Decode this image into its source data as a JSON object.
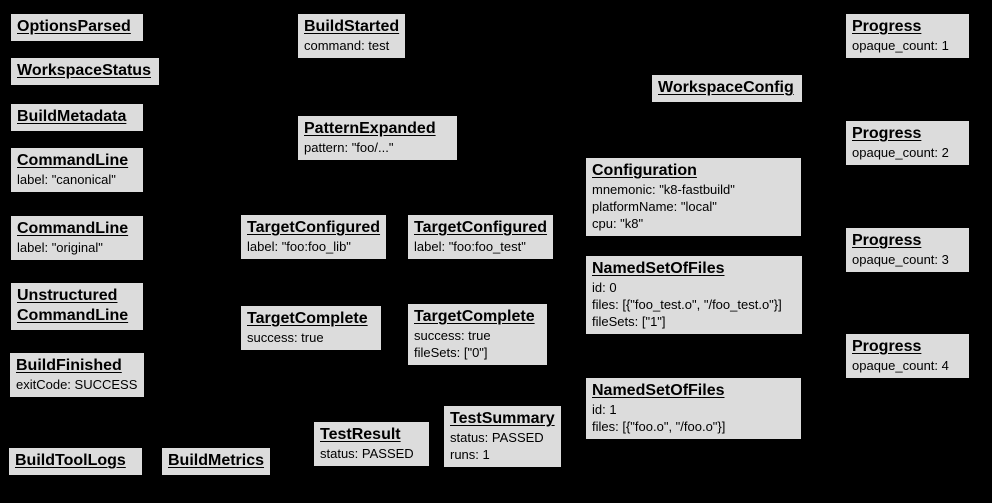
{
  "diagram": {
    "colors": {
      "background": "#000000",
      "node_fill": "#dcdcdc",
      "node_border": "#000000",
      "text": "#000000"
    },
    "nodes": [
      {
        "title": "OptionsParsed",
        "fields": []
      },
      {
        "title": "WorkspaceStatus",
        "fields": []
      },
      {
        "title": "BuildMetadata",
        "fields": []
      },
      {
        "title": "CommandLine",
        "fields": [
          "label: \"canonical\""
        ]
      },
      {
        "title": "CommandLine",
        "fields": [
          "label: \"original\""
        ]
      },
      {
        "title": "Unstructured CommandLine",
        "fields": []
      },
      {
        "title": "BuildFinished",
        "fields": [
          "exitCode: SUCCESS"
        ]
      },
      {
        "title": "BuildToolLogs",
        "fields": []
      },
      {
        "title": "BuildMetrics",
        "fields": []
      },
      {
        "title": "BuildStarted",
        "fields": [
          "command: test"
        ]
      },
      {
        "title": "PatternExpanded",
        "fields": [
          "pattern: \"foo/...\""
        ]
      },
      {
        "title": "TargetConfigured",
        "fields": [
          "label: \"foo:foo_lib\""
        ]
      },
      {
        "title": "TargetConfigured",
        "fields": [
          "label: \"foo:foo_test\""
        ]
      },
      {
        "title": "TargetComplete",
        "fields": [
          "success: true"
        ]
      },
      {
        "title": "TargetComplete",
        "fields": [
          "success: true",
          "fileSets: [\"0\"]"
        ]
      },
      {
        "title": "TestResult",
        "fields": [
          "status: PASSED"
        ]
      },
      {
        "title": "TestSummary",
        "fields": [
          "status: PASSED",
          "runs: 1"
        ]
      },
      {
        "title": "WorkspaceConfig",
        "fields": []
      },
      {
        "title": "Configuration",
        "fields": [
          "mnemonic: \"k8-fastbuild\"",
          "platformName: \"local\"",
          "cpu: \"k8\""
        ]
      },
      {
        "title": "NamedSetOfFiles",
        "fields": [
          "id: 0",
          "files: [{\"foo_test.o\", \"/foo_test.o\"}]",
          "fileSets: [\"1\"]"
        ]
      },
      {
        "title": "NamedSetOfFiles",
        "fields": [
          "id: 1",
          "files: [{\"foo.o\", \"/foo.o\"}]"
        ]
      },
      {
        "title": "Progress",
        "fields": [
          "opaque_count: 1"
        ]
      },
      {
        "title": "Progress",
        "fields": [
          "opaque_count: 2"
        ]
      },
      {
        "title": "Progress",
        "fields": [
          "opaque_count: 3"
        ]
      },
      {
        "title": "Progress",
        "fields": [
          "opaque_count: 4"
        ]
      }
    ]
  }
}
